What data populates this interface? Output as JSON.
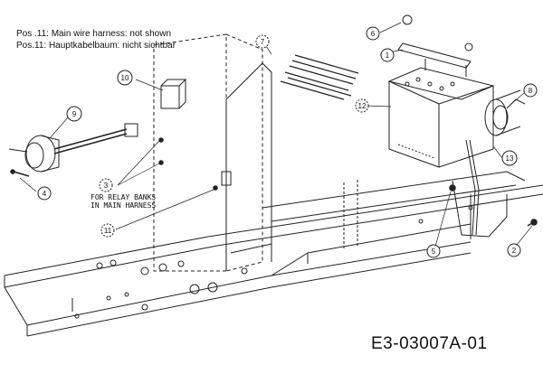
{
  "notes": {
    "line1": "Pos .11: Main wire harness:  not shown",
    "line2": "Pos.11: Hauptkabelbaum: nicht sichtbar"
  },
  "relay_note": {
    "line1": "FOR RELAY BANKS",
    "line2": "IN MAIN HARNESS"
  },
  "drawing_code": "E3-03007A-01",
  "callouts": {
    "c1": "1",
    "c2": "2",
    "c3": "3",
    "c4": "4",
    "c5": "5",
    "c6": "6",
    "c7": "7",
    "c8": "8",
    "c9": "9",
    "c10": "10",
    "c11": "11",
    "c12": "12",
    "c13": "13"
  }
}
